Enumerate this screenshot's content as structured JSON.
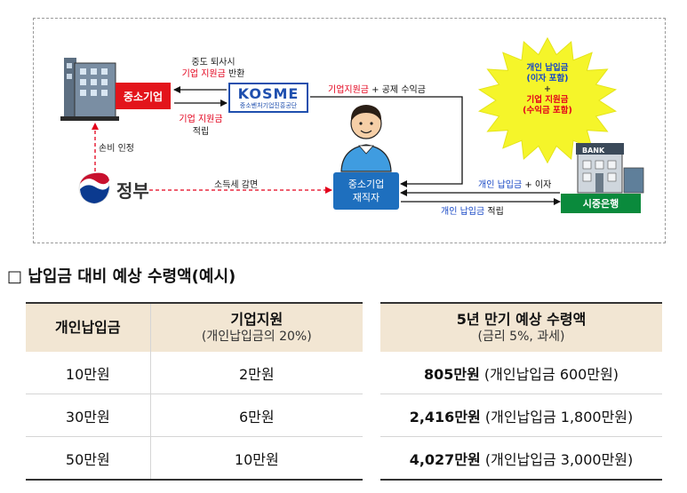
{
  "diagram": {
    "sme": {
      "label": "중소기업"
    },
    "kosme": {
      "logo": "KOSME",
      "subtitle": "중소벤처기업진흥공단"
    },
    "worker": {
      "line1": "중소기업",
      "line2": "재직자"
    },
    "government": {
      "label": "정부"
    },
    "bank": {
      "label": "시중은행",
      "sign": "BANK"
    },
    "burst": {
      "personal": "개인 납입금",
      "personal_note": "(이자 포함)",
      "plus": "+",
      "corporate": "기업 지원금",
      "corporate_note": "(수익금 포함)"
    },
    "labels": {
      "refund_1": "중도 퇴사시",
      "refund_2a": "기업 지원금",
      "refund_2b": " 반환",
      "accum_1": "기업 지원금",
      "accum_2": "적립",
      "loss": "손비 인정",
      "tax": "소득세 감면",
      "payout_a": "기업지원금",
      "payout_b": " + 공제 수익금",
      "bank_out_a": "개인 납입금",
      "bank_out_b": " + 이자",
      "bank_in_a": "개인 납입금",
      "bank_in_b": " 적립"
    }
  },
  "section": {
    "title": "□ 납입금 대비 예상 수령액(예시)"
  },
  "table_left": {
    "headers": [
      {
        "main": "개인납입금",
        "sub": ""
      },
      {
        "main": "기업지원",
        "sub": "(개인납입금의 20%)"
      }
    ],
    "rows": [
      [
        "10만원",
        "2만원"
      ],
      [
        "30만원",
        "6만원"
      ],
      [
        "50만원",
        "10만원"
      ]
    ]
  },
  "table_right": {
    "header": {
      "main": "5년 만기 예상 수령액",
      "sub": "(금리 5%, 과세)"
    },
    "rows": [
      {
        "amount": "805만원",
        "note": "(개인납입금 600만원)"
      },
      {
        "amount": "2,416만원",
        "note": "(개인납입금 1,800만원)"
      },
      {
        "amount": "4,027만원",
        "note": "(개인납입금 3,000만원)"
      }
    ]
  },
  "colors": {
    "red": "#e3001b",
    "blue": "#1747c5",
    "kosme_blue": "#1f4fae",
    "worker_blue": "#1e6fbe",
    "bank_green": "#0a8a3c",
    "header_beige": "#f2e6d3",
    "burst_yellow": "#f5f52a"
  }
}
